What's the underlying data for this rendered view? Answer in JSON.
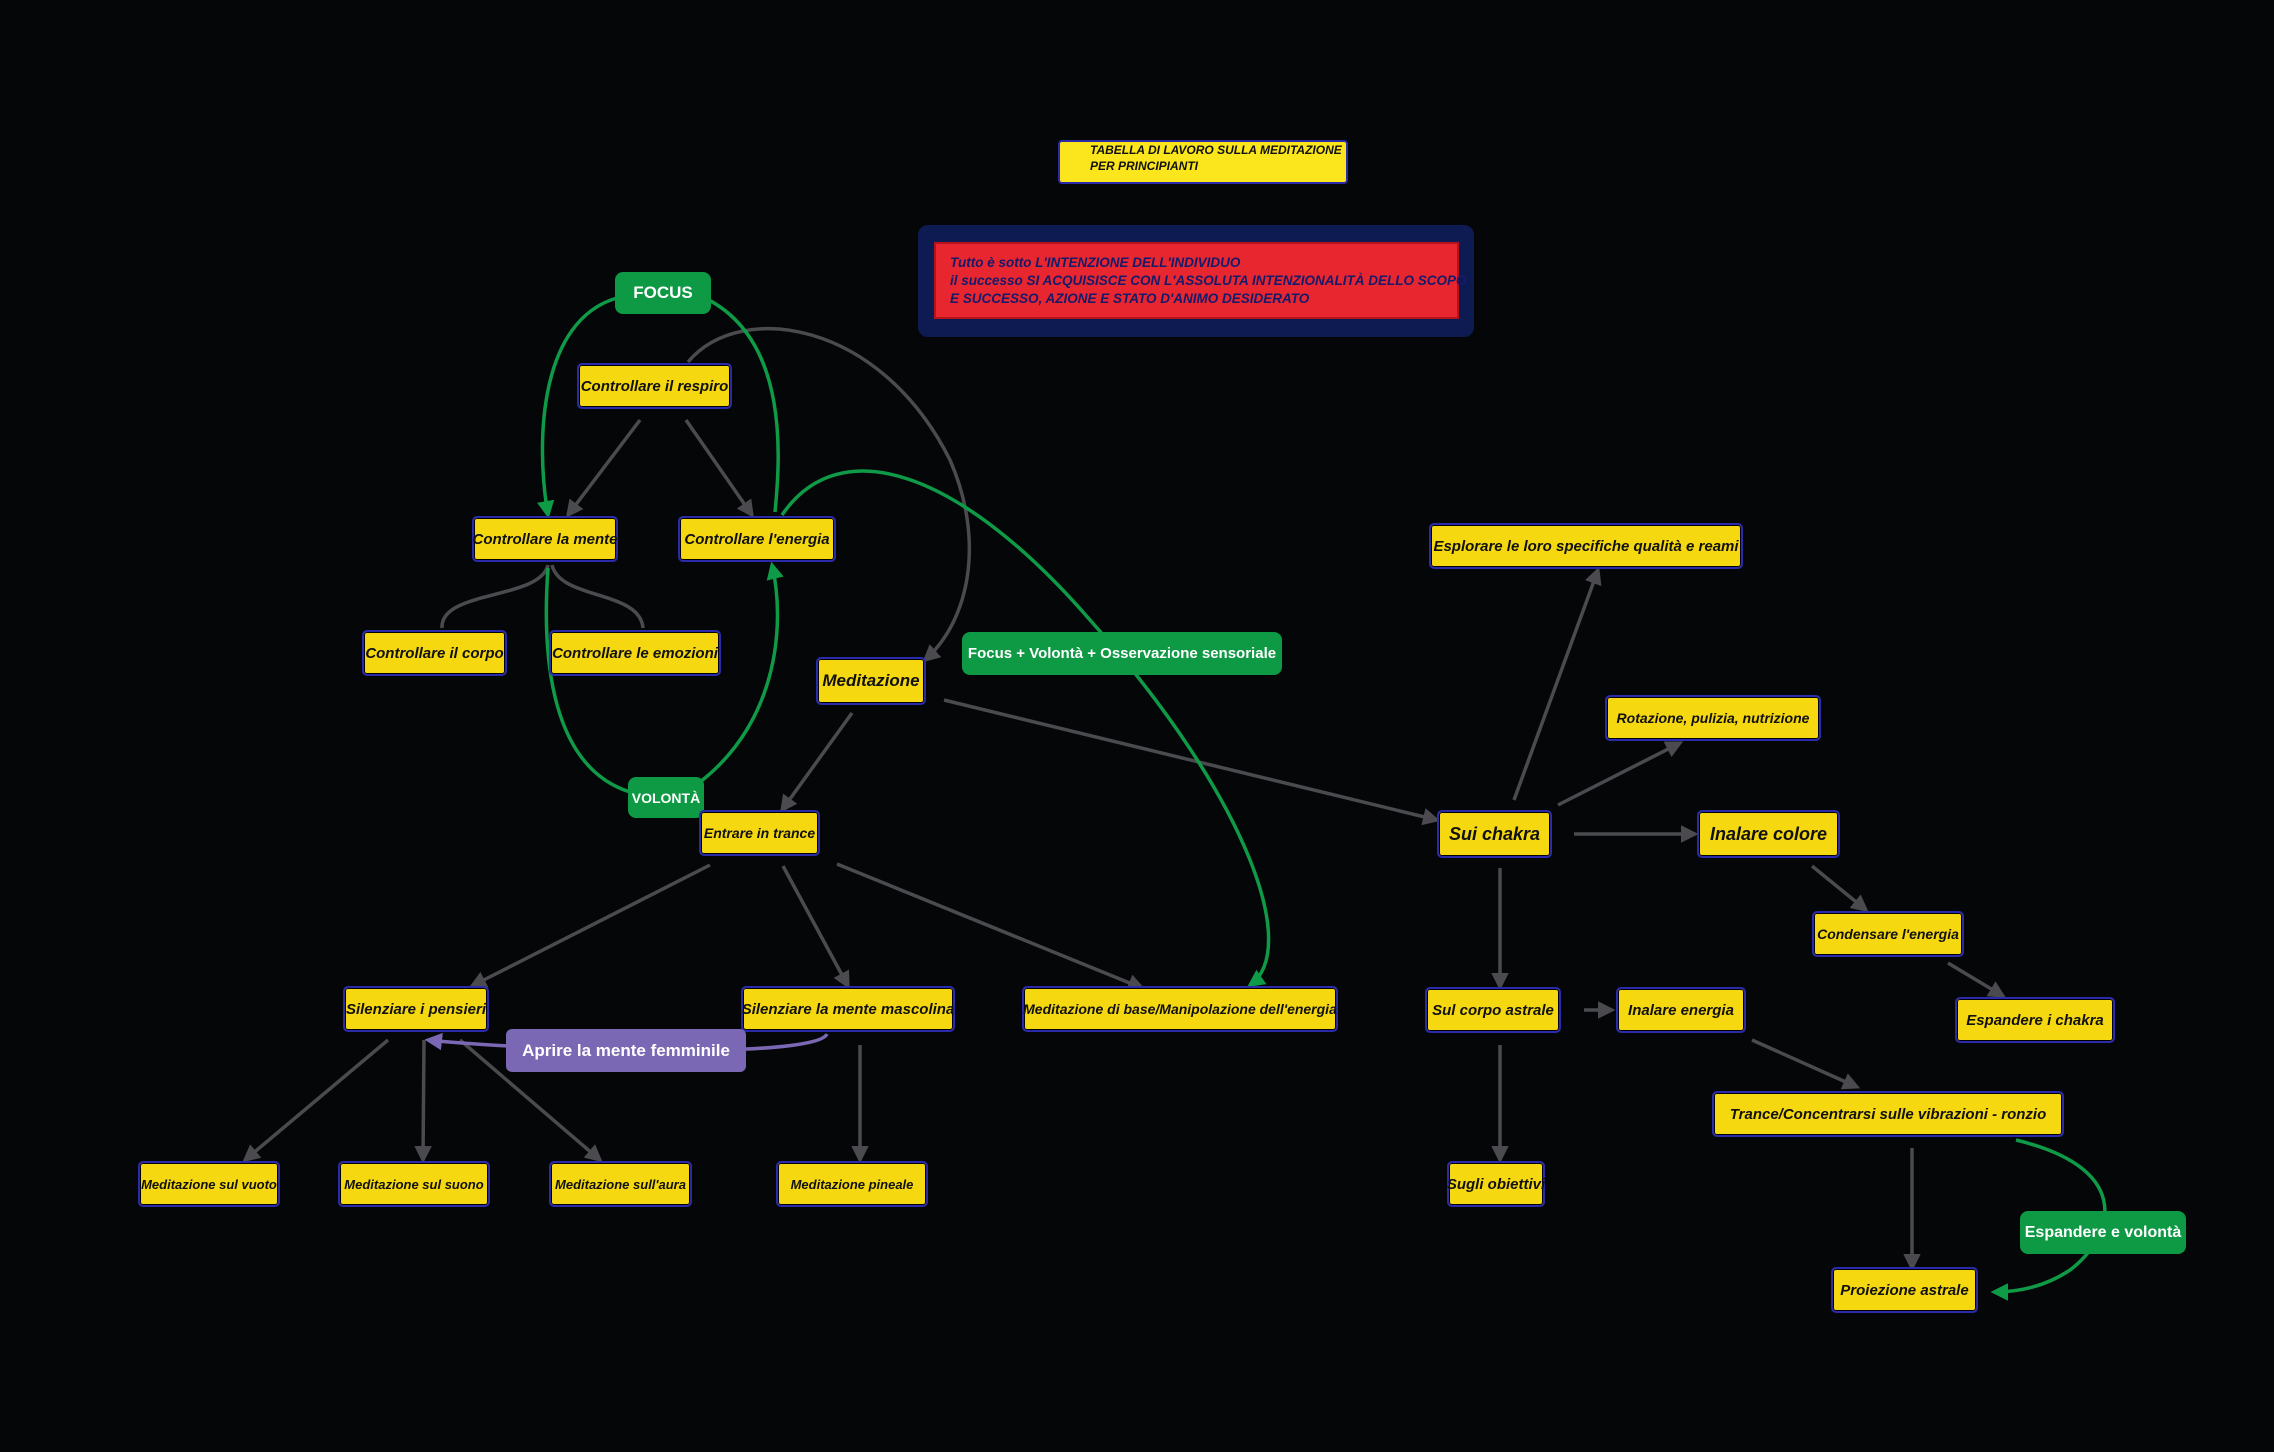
{
  "header": {
    "line1": "TABELLA DI LAVORO SULLA MEDITAZIONE",
    "line2": "PER PRINCIPIANTI"
  },
  "note": {
    "line1": "Tutto è sotto L'INTENZIONE DELL'INDIVIDUO",
    "line2": "il successo SI ACQUISISCE CON L'ASSOLUTA INTENZIONALITÀ DELLO SCOPO",
    "line3": "E SUCCESSO, AZIONE E STATO D'ANIMO DESIDERATO"
  },
  "colors": {
    "background": "#050608",
    "node_yellow": "#f5d80f",
    "node_border": "#2b2aa8",
    "node_green": "#0e9a44",
    "node_purple": "#7b68b4",
    "note_red": "#e8262f",
    "note_frame": "#0e1b52",
    "edge_gray": "#4a4a4f",
    "edge_green": "#0f9a47",
    "edge_purple": "#7b68b4"
  },
  "nodes": {
    "focus": "FOCUS",
    "controllare_respiro": "Controllare il respiro",
    "controllare_mente": "Controllare la mente",
    "controllare_energia": "Controllare l'energia",
    "controllare_corpo": "Controllare il corpo",
    "controllare_emozioni": "Controllare le emozioni",
    "meditazione": "Meditazione",
    "focus_volonta": "Focus + Volontà + Osservazione sensoriale",
    "volonta": "VOLONTÀ",
    "entrare_trance": "Entrare in trance",
    "silenziare_pensieri": "Silenziare i pensieri",
    "silenziare_mascolina": "Silenziare la mente mascolina",
    "aprire_femminile": "Aprire la mente femminile",
    "meditazione_base": "Meditazione di base/Manipolazione dell'energia",
    "med_vuoto": "Meditazione sul vuoto",
    "med_suono": "Meditazione sul suono",
    "med_aura": "Meditazione sull'aura",
    "med_pineale": "Meditazione pineale",
    "esplorare": "Esplorare le loro specifiche qualità e reami",
    "rotazione": "Rotazione, pulizia, nutrizione",
    "sui_chakra": "Sui chakra",
    "inalare_colore": "Inalare colore",
    "condensare": "Condensare l'energia",
    "espandere_chakra": "Espandere i chakra",
    "sul_corpo_astrale": "Sul corpo astrale",
    "inalare_energia": "Inalare energia",
    "trance_vibrazioni": "Trance/Concentrarsi sulle vibrazioni - ronzio",
    "sugli_obiettivi": "Sugli obiettivi",
    "espandere_volonta": "Espandere e volontà",
    "proiezione_astrale": "Proiezione astrale"
  }
}
